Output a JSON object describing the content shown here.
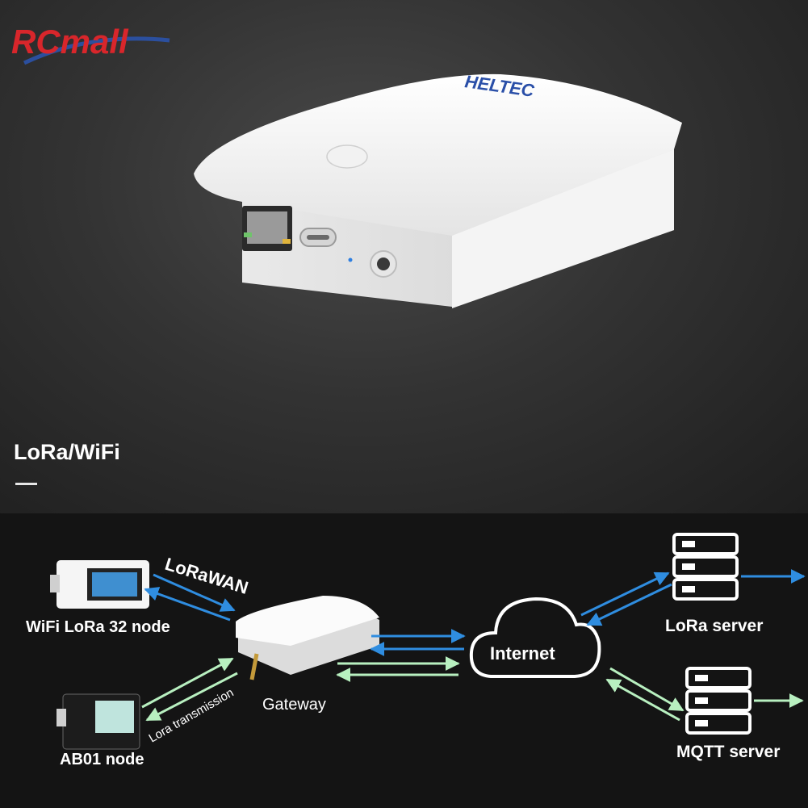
{
  "brand": {
    "logo_text": "RCmall",
    "logo_color": "#d8262b",
    "logo_accent": "#2b4f9e"
  },
  "product": {
    "brand_mark": "HELTEC"
  },
  "section": {
    "title": "LoRa/WiFi"
  },
  "diagram": {
    "wifi_node": "WiFi LoRa 32 node",
    "ab01_node": "AB01 node",
    "lorawan": "LoRaWAN",
    "lora_transmission": "Lora transmission",
    "gateway": "Gateway",
    "internet": "Internet",
    "lora_server": "LoRa server",
    "mqtt_server": "MQTT server"
  },
  "colors": {
    "blue_arrow": "#2f8de0",
    "green_arrow": "#b8f0c0"
  }
}
